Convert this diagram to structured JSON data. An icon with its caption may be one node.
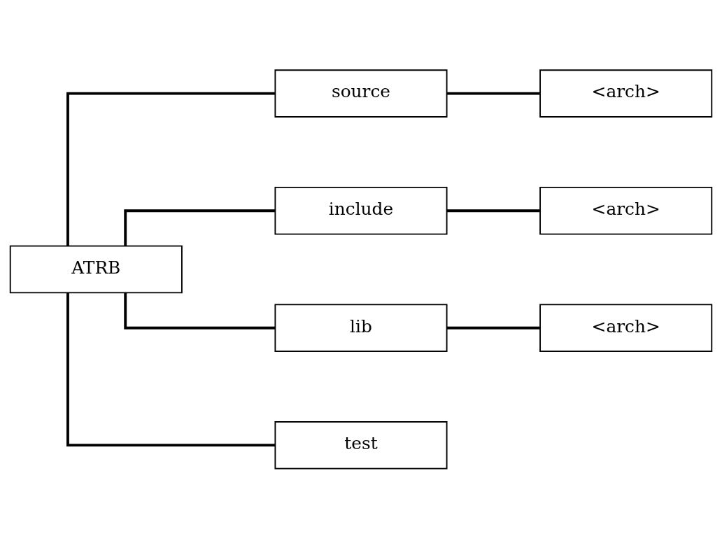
{
  "diagram": {
    "nodes": [
      {
        "text": [
          "ATRB"
        ]
      },
      {
        "text": [
          "source"
        ]
      },
      {
        "text": [
          "include"
        ]
      },
      {
        "text": [
          "lib"
        ]
      },
      {
        "text": [
          "test"
        ]
      },
      {
        "text": [
          "<arch>"
        ]
      },
      {
        "text": [
          "<arch>"
        ]
      },
      {
        "text": [
          "<arch>"
        ]
      }
    ],
    "edges": [
      {
        "from": 0,
        "to": 1,
        "arrow": "none"
      },
      {
        "from": 0,
        "to": 2,
        "arrow": "none"
      },
      {
        "from": 0,
        "to": 3,
        "arrow": "none"
      },
      {
        "from": 0,
        "to": 4,
        "arrow": "none"
      },
      {
        "from": 1,
        "to": 5,
        "arrow": "none"
      },
      {
        "from": 2,
        "to": 6,
        "arrow": "none"
      },
      {
        "from": 3,
        "to": 7,
        "arrow": "none"
      }
    ]
  }
}
